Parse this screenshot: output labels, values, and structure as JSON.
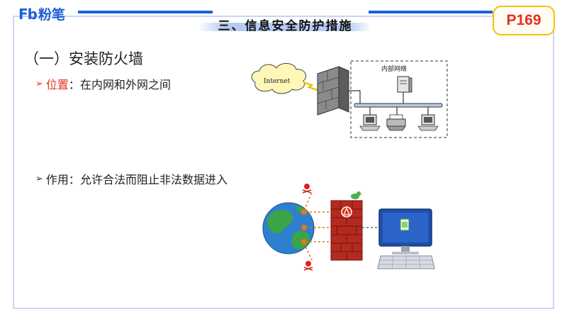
{
  "header": {
    "logo_mark": "Fb",
    "logo_text": "粉笔",
    "title": "三、信息安全防护措施",
    "page": "P169"
  },
  "content": {
    "section_heading": "（一）安装防火墙",
    "bullet1": {
      "label": "位置",
      "separator": "：",
      "text": "在内网和外网之间"
    },
    "bullet2": {
      "label": "作用",
      "separator": "：",
      "text": "允许合法而阻止非法数据进入"
    }
  },
  "diagram1": {
    "cloud_label": "Internet",
    "lan_label": "内部网络"
  },
  "colors": {
    "brand": "#1f5fd6",
    "accent_red": "#e8301b",
    "badge_border": "#f2c200",
    "frame": "#c9d6f5"
  }
}
